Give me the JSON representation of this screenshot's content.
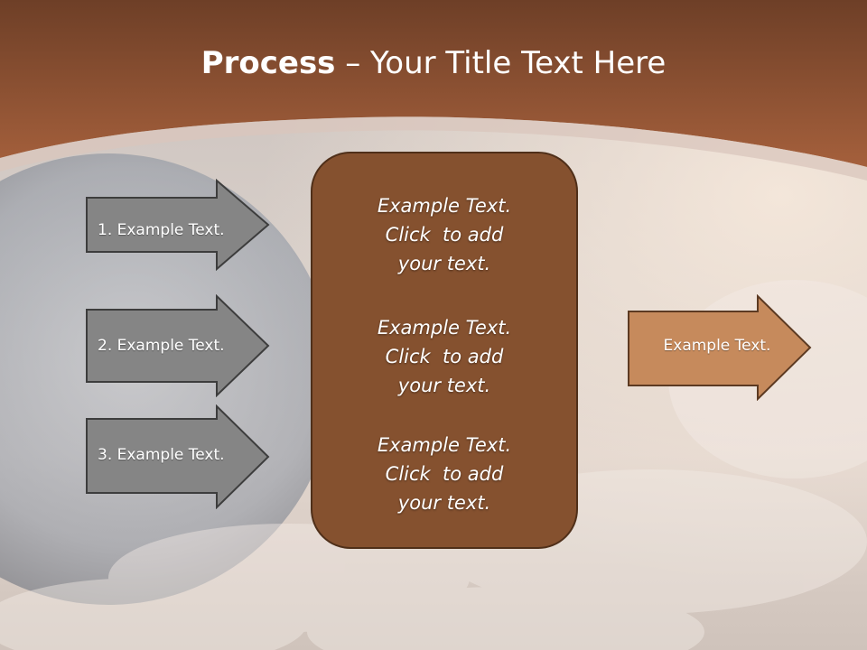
{
  "header": {
    "title_bold": "Process",
    "title_rest": " – Your Title Text Here"
  },
  "left_arrows": [
    {
      "label": "1. Example Text."
    },
    {
      "label": "2. Example Text."
    },
    {
      "label": "3. Example Text."
    }
  ],
  "center_box": {
    "blocks": [
      {
        "lines": [
          "Example Text.",
          "Click  to add",
          "your text."
        ]
      },
      {
        "lines": [
          "Example Text.",
          "Click  to add",
          "your text."
        ]
      },
      {
        "lines": [
          "Example Text.",
          "Click  to add",
          "your text."
        ]
      }
    ]
  },
  "right_arrow": {
    "label": "Example Text."
  },
  "colors": {
    "header_brown": "#8f4f2f",
    "box_brown": "#85512f",
    "gray_arrow": "#858585",
    "tan_arrow": "#c68a5c"
  }
}
